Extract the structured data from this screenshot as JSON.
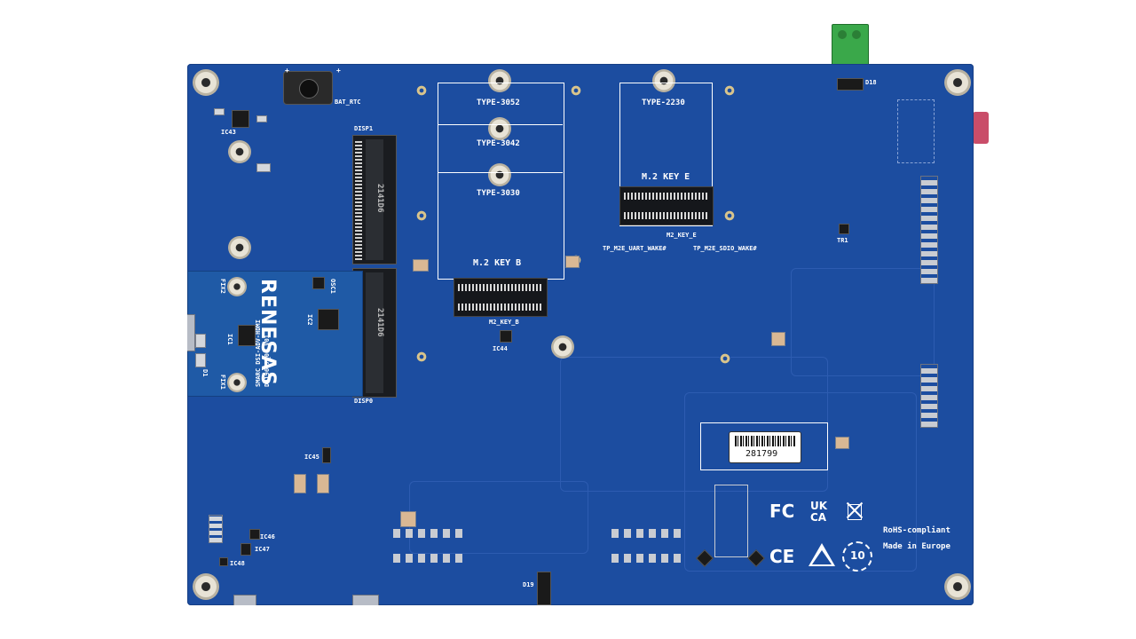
{
  "silkscreen": {
    "bat_rtc": "BAT_RTC",
    "ic43": "IC43",
    "disp1": "DISP1",
    "disp0": "DISP0",
    "type_3052": "TYPE-3052",
    "type_3042": "TYPE-3042",
    "type_3030": "TYPE-3030",
    "m2_key_b": "M.2 KEY B",
    "m2_key_b_ref": "M2_KEY_B",
    "ic44": "IC44",
    "type_2230": "TYPE-2230",
    "m2_key_e": "M.2 KEY E",
    "m2_key_e_ref": "M2_KEY_E",
    "tp_uart": "TP_M2E_UART_WAKE#",
    "tp_sdio": "TP_M2E_SDIO_WAKE#",
    "d18": "D18",
    "tr1": "TR1",
    "ic45": "IC45",
    "ic46": "IC46",
    "ic47": "IC47",
    "ic48": "IC48",
    "d19": "D19",
    "rohs": "RoHS-compliant",
    "made_in": "Made in Europe",
    "fc": "FC",
    "ukca_top": "UK",
    "ukca_bottom": "CA",
    "ce": "CE",
    "ten": "10",
    "plus_left": "+",
    "plus_right": "+",
    "conn_a": "2141D6",
    "conn_b": "2141D6"
  },
  "adapter_board": {
    "brand": "RENESAS",
    "line1": "SMARC DSI-ADV-HDMI",
    "line2": "D019687_06_V01",
    "ref_ic1": "IC1",
    "ref_ic2": "IC2",
    "ref_osc": "OSC1",
    "ref_d1": "D1",
    "ref_fix2": "FIX2",
    "ref_fix1": "FIX1"
  },
  "barcode_label": {
    "number": "281799"
  },
  "colors": {
    "pcb_blue": "#1c4da0",
    "silkscreen": "#ffffff",
    "terminal_green": "#3aa84a",
    "connector_pink": "#c94d69"
  }
}
